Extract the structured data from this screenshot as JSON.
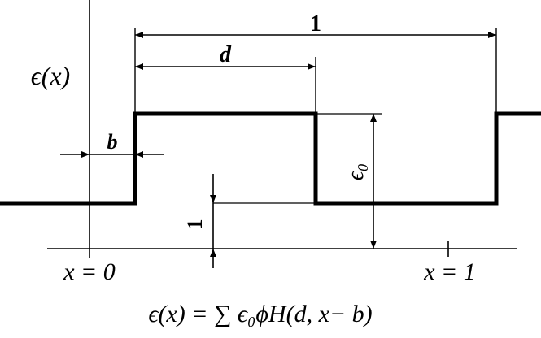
{
  "diagram": {
    "y_axis_label": "ϵ(x)",
    "period_label": "1",
    "width_label": "d",
    "offset_label": "b",
    "amplitude_label": "ϵ₀",
    "baseline_label": "1",
    "x0_label": "x = 0",
    "x1_label": "x = 1",
    "formula": "ϵ(x) = ∑ ϵ₀ϕH(d, x− b)"
  }
}
